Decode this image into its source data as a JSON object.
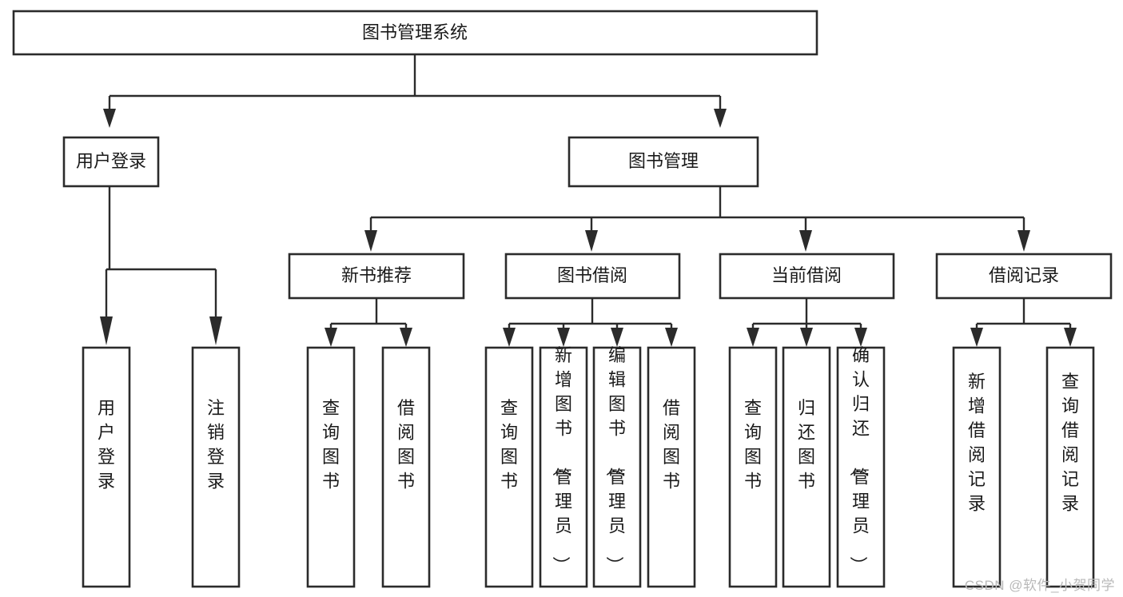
{
  "diagram": {
    "type": "tree",
    "title": "图书管理系统",
    "watermark": "CSDN @软件_小贺同学",
    "colors": {
      "stroke": "#2b2b2b",
      "fill": "#ffffff",
      "text": "#1a1a1a",
      "watermark": "#b9b9b9"
    },
    "levels": {
      "root": {
        "label": "图书管理系统"
      },
      "level2": [
        {
          "label": "用户登录"
        },
        {
          "label": "图书管理"
        }
      ],
      "level3": [
        {
          "label": "新书推荐"
        },
        {
          "label": "图书借阅"
        },
        {
          "label": "当前借阅"
        },
        {
          "label": "借阅记录"
        }
      ],
      "leaves": [
        {
          "label": "用户登录",
          "parent": "用户登录"
        },
        {
          "label": "注销登录",
          "parent": "用户登录"
        },
        {
          "label": "查询图书",
          "parent": "新书推荐"
        },
        {
          "label": "借阅图书",
          "parent": "新书推荐"
        },
        {
          "label": "查询图书",
          "parent": "图书借阅"
        },
        {
          "label": "新增图书（管理员）",
          "parent": "图书借阅"
        },
        {
          "label": "编辑图书（管理员）",
          "parent": "图书借阅"
        },
        {
          "label": "借阅图书",
          "parent": "图书借阅"
        },
        {
          "label": "查询图书",
          "parent": "当前借阅"
        },
        {
          "label": "归还图书",
          "parent": "当前借阅"
        },
        {
          "label": "确认归还（管理员）",
          "parent": "当前借阅"
        },
        {
          "label": "新增借阅记录",
          "parent": "借阅记录"
        },
        {
          "label": "查询借阅记录",
          "parent": "借阅记录"
        }
      ]
    }
  }
}
